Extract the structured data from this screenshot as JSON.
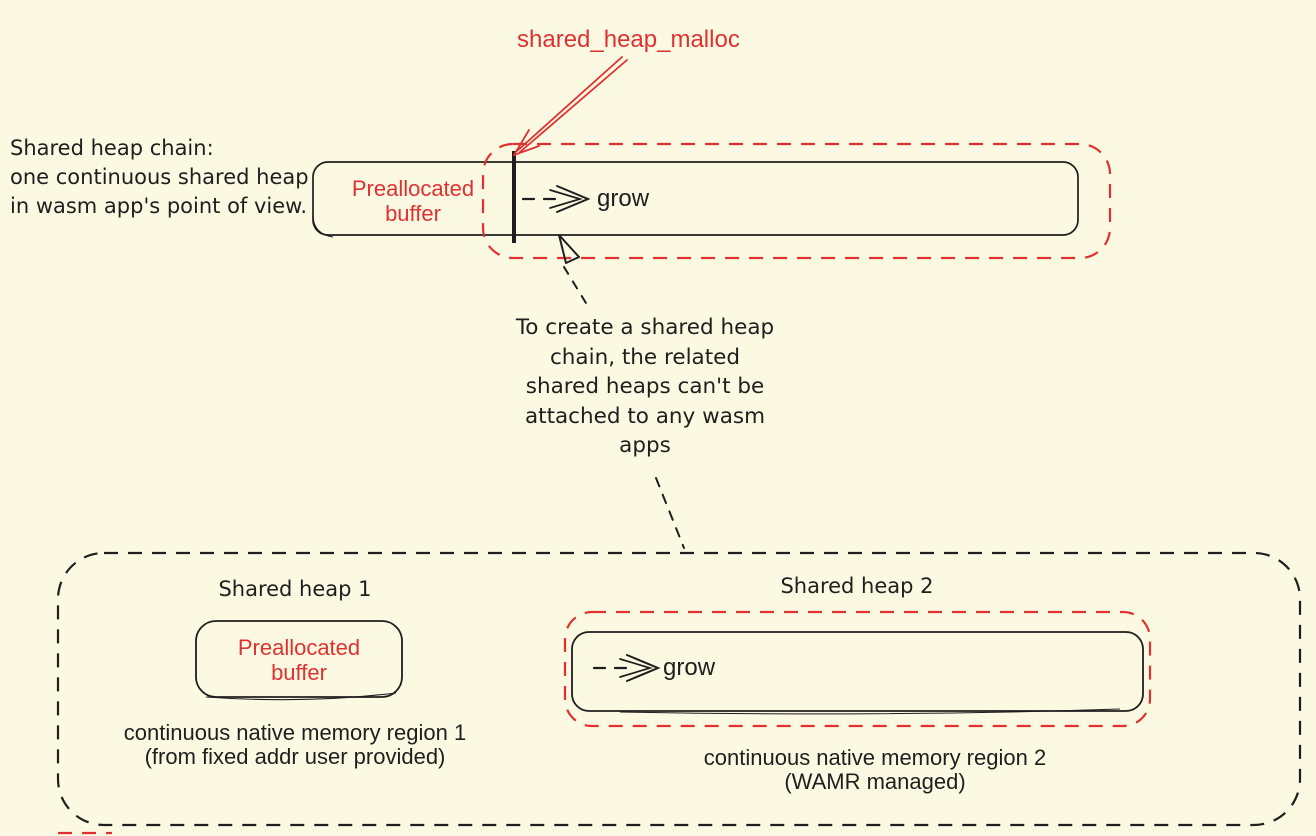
{
  "colors": {
    "background": "#fcf9e3",
    "accent_red": "#e03131",
    "ink": "#1e1e1e"
  },
  "top": {
    "malloc_label": "shared_heap_malloc",
    "chain_note": "Shared heap chain:\none continuous shared heap\nin wasm app's point of view.",
    "prealloc_label": "Preallocated\nbuffer",
    "grow_label": "grow"
  },
  "middle": {
    "note": "To create a shared heap\nchain, the related\nshared heaps can't be\nattached to any wasm\napps"
  },
  "bottom": {
    "heap1": {
      "title": "Shared heap 1",
      "prealloc_label": "Preallocated\nbuffer",
      "caption": "continuous native memory region 1\n(from fixed addr user provided)"
    },
    "heap2": {
      "title": "Shared heap 2",
      "grow_label": "grow",
      "caption": "continuous native memory region 2\n(WAMR managed)"
    }
  }
}
